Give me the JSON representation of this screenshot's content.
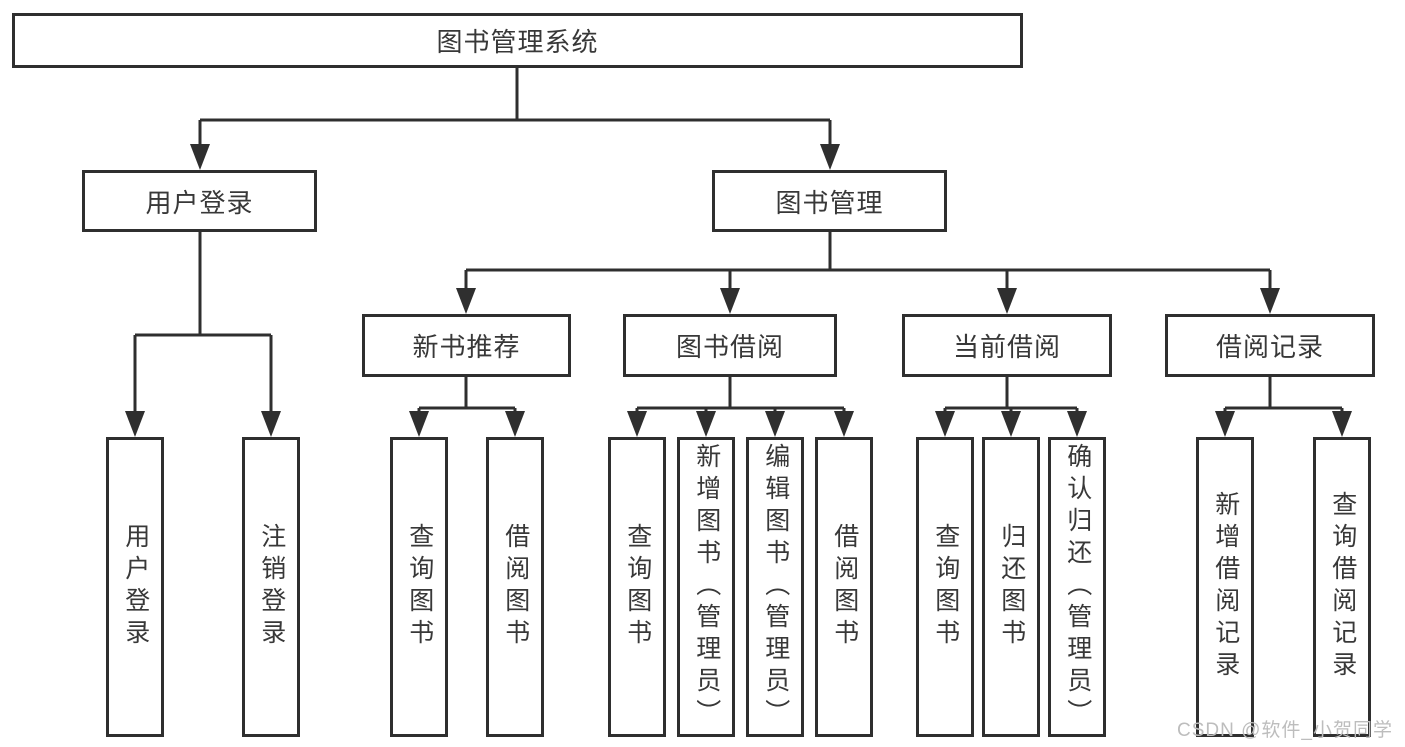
{
  "root": {
    "label": "图书管理系统"
  },
  "branches": {
    "user_login": {
      "label": "用户登录",
      "children": [
        "用户登录",
        "注销登录"
      ]
    },
    "book_mgmt": {
      "label": "图书管理",
      "sections": {
        "new_book": {
          "label": "新书推荐",
          "children": [
            "查询图书",
            "借阅图书"
          ]
        },
        "borrow": {
          "label": "图书借阅",
          "children": [
            "查询图书",
            "新增图书（管理员）",
            "编辑图书（管理员）",
            "借阅图书"
          ]
        },
        "current": {
          "label": "当前借阅",
          "children": [
            "查询图书",
            "归还图书",
            "确认归还（管理员）"
          ]
        },
        "records": {
          "label": "借阅记录",
          "children": [
            "新增借阅记录",
            "查询借阅记录"
          ]
        }
      }
    }
  },
  "watermark": "CSDN @软件_小贺同学",
  "colors": {
    "line": "#2f2f2f",
    "text": "#383838",
    "watermark": "#bdbdbd",
    "background": "#ffffff"
  }
}
